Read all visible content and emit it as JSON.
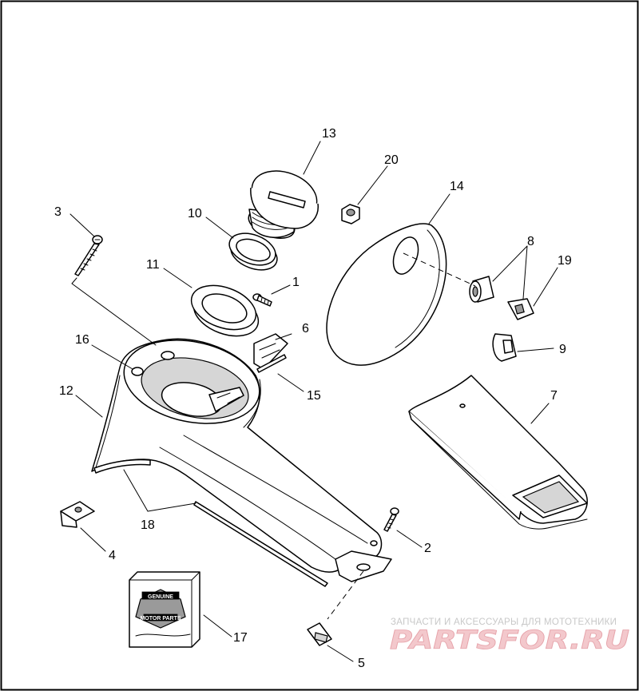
{
  "callouts": {
    "c1": "1",
    "c2": "2",
    "c3": "3",
    "c4": "4",
    "c5": "5",
    "c6": "6",
    "c7": "7",
    "c8": "8",
    "c9": "9",
    "c10": "10",
    "c11": "11",
    "c12": "12",
    "c13": "13",
    "c14": "14",
    "c15": "15",
    "c16": "16",
    "c17": "17",
    "c18": "18",
    "c19": "19",
    "c20": "20"
  },
  "box_logo": {
    "top_text": "GENUINE",
    "bottom_text": "MOTOR PARTS"
  },
  "watermark": {
    "caption": "ЗАПЧАСТИ И АКСЕССУАРЫ ДЛЯ МОТОТЕХНИКИ",
    "brand": "PARTSFOR.RU"
  },
  "colors": {
    "ink": "#000000",
    "frame": "#000000",
    "watermark_brand": "#f3c8cc",
    "watermark_caption": "#c8c8c8"
  }
}
